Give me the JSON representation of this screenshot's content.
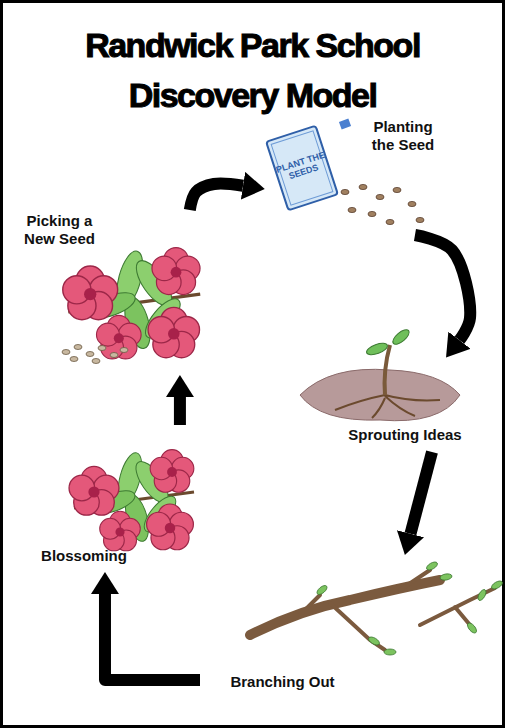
{
  "diagram": {
    "title": "Randwick Park School Discovery Model",
    "nodes": [
      {
        "text": [
          "Planting the Seed"
        ]
      },
      {
        "text": [
          "Sprouting Ideas"
        ]
      },
      {
        "text": [
          "Branching Out"
        ]
      },
      {
        "text": [
          "Blossoming"
        ]
      },
      {
        "text": [
          "Picking a New Seed"
        ]
      }
    ],
    "edges": [
      {
        "from": 0,
        "to": 1,
        "arrow": "to"
      },
      {
        "from": 1,
        "to": 2,
        "arrow": "to"
      },
      {
        "from": 2,
        "to": 3,
        "arrow": "to"
      },
      {
        "from": 3,
        "to": 4,
        "arrow": "to"
      },
      {
        "from": 4,
        "to": 0,
        "arrow": "to"
      }
    ],
    "labels": [
      "PLANT THE SEEDS"
    ]
  }
}
